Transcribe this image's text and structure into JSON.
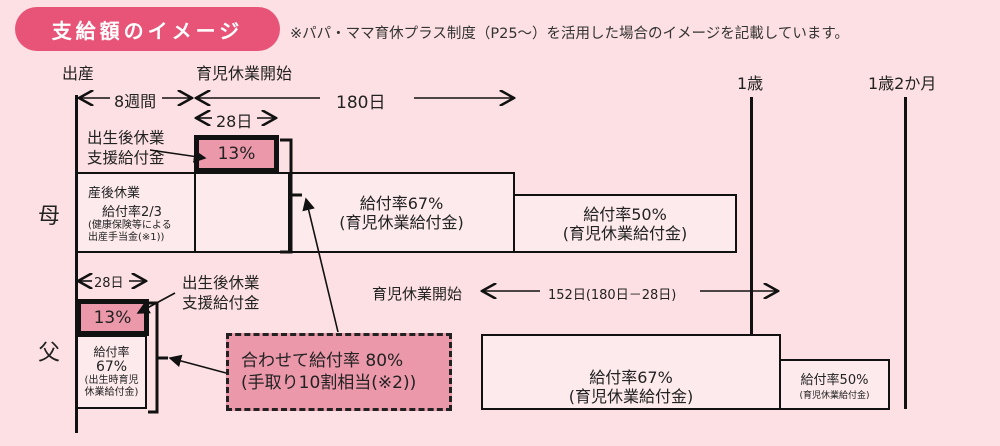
{
  "header": {
    "title": "支給額のイメージ",
    "note": "※パパ・ママ育休プラス制度（P25～）を活用した場合のイメージを記載しています。"
  },
  "timeline": {
    "birth": "出産",
    "leave_start": "育児休業開始",
    "age_1": "1歳",
    "age_1y2m": "1歳2か月",
    "span_8weeks": "8週間",
    "span_180days": "180日",
    "span_28days_mother": "28日",
    "span_28days_father": "28日",
    "span_152days": "152日(180日－28日)",
    "father_leave_start": "育児休業開始"
  },
  "mother": {
    "label": "母",
    "support_label_line1": "出生後休業",
    "support_label_line2": "支援給付金",
    "support_rate": "13%",
    "maternity_line1": "産後休業",
    "maternity_line2": "給付率2/3",
    "maternity_line3": "(健康保険等による",
    "maternity_line4": "出産手当金(※1))",
    "rate67_line1": "給付率67%",
    "rate67_line2": "(育児休業給付金)",
    "rate50_line1": "給付率50%",
    "rate50_line2": "(育児休業給付金)"
  },
  "father": {
    "label": "父",
    "support_label_line1": "出生後休業",
    "support_label_line2": "支援給付金",
    "support_rate": "13%",
    "birth_leave_line1": "給付率",
    "birth_leave_line2": "67%",
    "birth_leave_line3": "(出生時育児",
    "birth_leave_line4": "休業給付金)",
    "rate67_line1": "給付率67%",
    "rate67_line2": "(育児休業給付金)",
    "rate50_line1": "給付率50%",
    "rate50_line2": "(育児休業給付金)"
  },
  "combined": {
    "line1": "合わせて給付率 80%",
    "line2": "(手取り10割相当(※2))"
  }
}
